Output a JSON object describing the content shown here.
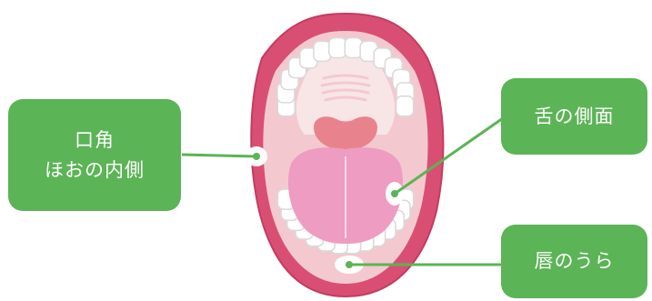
{
  "colors": {
    "callout_box": "#5bb455",
    "connector": "#5bb455",
    "lip": "#d94f73",
    "lip_dark": "#c43b62",
    "mouth_inner": "#f3c9cf",
    "palate": "#f8e6e6",
    "uvula": "#e8838d",
    "tongue": "#ee9cc2",
    "tongue_groove": "#f9d7e7",
    "teeth": "#ffffff",
    "teeth_outline": "#d9d9d9",
    "lesion": "#ffffff"
  },
  "callouts": {
    "corner_cheek": {
      "line1": "口角",
      "line2": "ほおの内側"
    },
    "tongue_side": {
      "label": "舌の側面"
    },
    "lip_inside": {
      "label": "唇のうら"
    }
  },
  "icons": [
    "open-mouth-illustration",
    "lesion-spot"
  ]
}
